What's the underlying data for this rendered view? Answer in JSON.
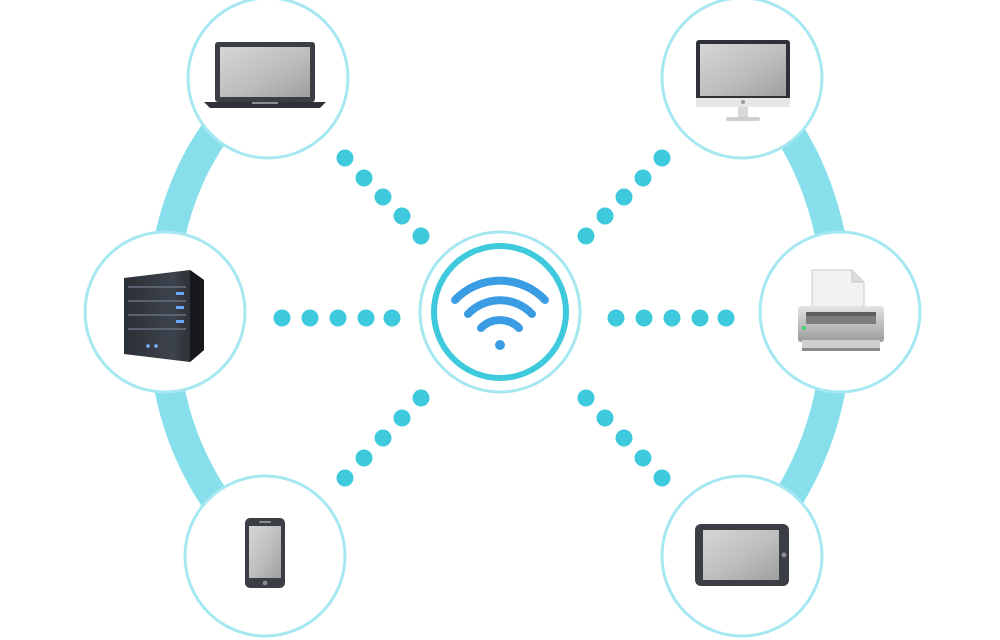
{
  "diagram": {
    "center": {
      "icon": "wifi-icon"
    },
    "devices": [
      {
        "id": "laptop",
        "icon": "laptop-icon"
      },
      {
        "id": "desktop",
        "icon": "desktop-monitor-icon"
      },
      {
        "id": "server",
        "icon": "server-icon"
      },
      {
        "id": "printer",
        "icon": "printer-icon"
      },
      {
        "id": "phone",
        "icon": "smartphone-icon"
      },
      {
        "id": "tablet",
        "icon": "tablet-icon"
      }
    ],
    "connections": [
      {
        "from": "wifi",
        "to": "laptop",
        "style": "dotted"
      },
      {
        "from": "wifi",
        "to": "desktop",
        "style": "dotted"
      },
      {
        "from": "wifi",
        "to": "server",
        "style": "dotted"
      },
      {
        "from": "wifi",
        "to": "printer",
        "style": "dotted"
      },
      {
        "from": "wifi",
        "to": "phone",
        "style": "dotted"
      },
      {
        "from": "wifi",
        "to": "tablet",
        "style": "dotted"
      }
    ],
    "colors": {
      "accent": "#3fc9dc",
      "ring": "#7fdbe8",
      "node_border": "#a6e8f1",
      "wifi": "#3a9de3",
      "device_dark": "#3b3f45",
      "device_screen": "#b8b8b8"
    }
  }
}
